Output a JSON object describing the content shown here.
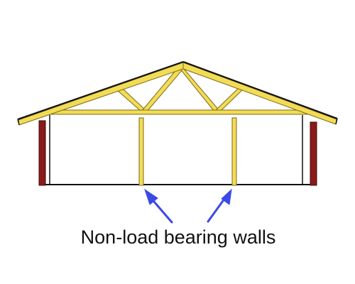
{
  "diagram": {
    "caption": "Non-load bearing walls",
    "colors": {
      "background": "#ffffff",
      "timber": "#f3dc55",
      "timber_edge": "#7a6a1a",
      "outline": "#111111",
      "load_bearing_wall": "#8b1a1a",
      "load_bearing_wall_edge": "#3c0a0a",
      "arrow": "#3b49e6",
      "text": "#111111"
    },
    "components": {
      "roof": "roof-truss",
      "load_bearing_walls": [
        "left-exterior-wall",
        "right-exterior-wall"
      ],
      "non_load_bearing_walls": [
        "interior-wall-left",
        "interior-wall-right"
      ]
    }
  }
}
